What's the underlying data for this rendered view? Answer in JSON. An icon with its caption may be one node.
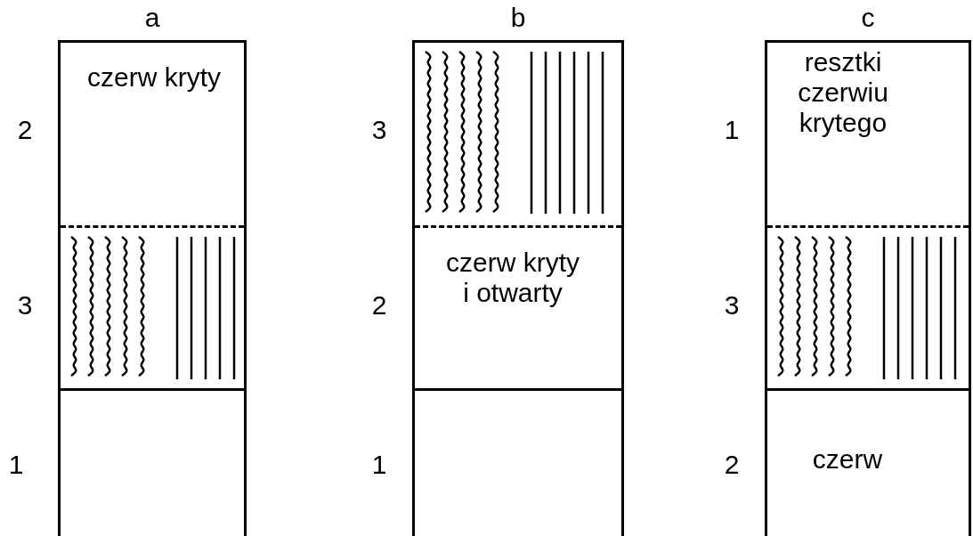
{
  "diagram": {
    "nodes": [
      {
        "text": [
          "a"
        ]
      },
      {
        "text": [
          "czerw kryty"
        ],
        "in": 0,
        "beside": [
          "2"
        ]
      },
      {
        "text": [],
        "shape": "hatched-box",
        "in": 0,
        "beside": [
          "3"
        ]
      },
      {
        "text": [],
        "shape": "box",
        "in": 0,
        "beside": [
          "1"
        ]
      },
      {
        "text": [
          "b"
        ]
      },
      {
        "text": [],
        "shape": "hatched-box",
        "in": 4,
        "beside": [
          "3"
        ]
      },
      {
        "text": [
          "czerw kryty i otwarty"
        ],
        "in": 4,
        "beside": [
          "2"
        ]
      },
      {
        "text": [],
        "shape": "box",
        "in": 4,
        "beside": [
          "1"
        ]
      },
      {
        "text": [
          "c"
        ]
      },
      {
        "text": [
          "resztki czerwiu krytego"
        ],
        "in": 8,
        "beside": [
          "1"
        ]
      },
      {
        "text": [],
        "shape": "hatched-box",
        "in": 8,
        "beside": [
          "3"
        ]
      },
      {
        "text": [
          "czerw"
        ],
        "in": 8,
        "beside": [
          "2"
        ]
      }
    ]
  }
}
